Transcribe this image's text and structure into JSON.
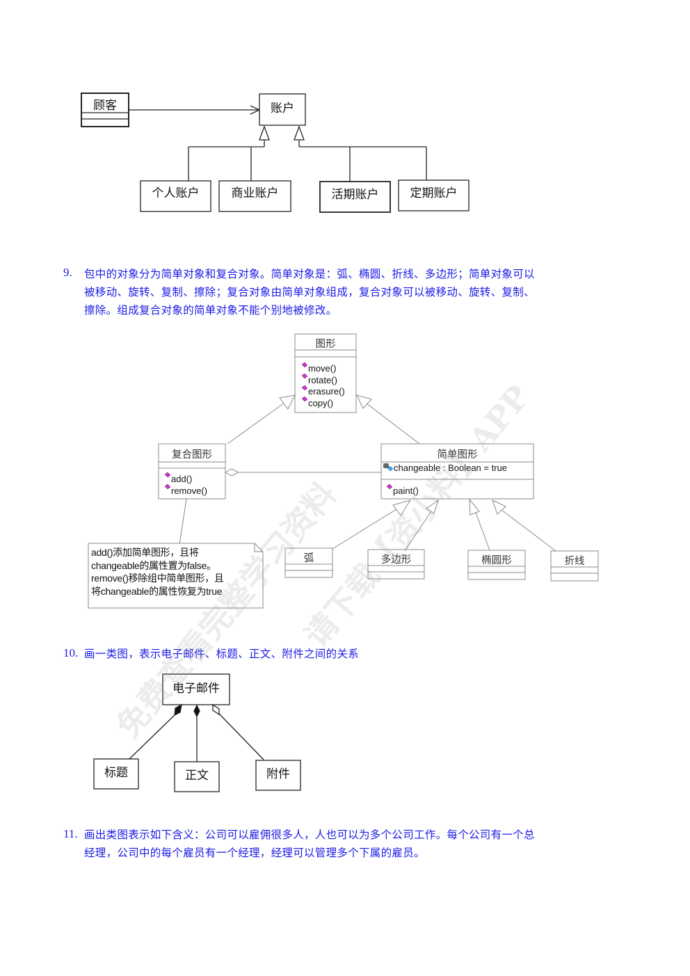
{
  "diagram_accounts": {
    "customer": "顾客",
    "account": "账户",
    "subclasses": [
      "个人账户",
      "商业账户",
      "活期账户",
      "定期账户"
    ]
  },
  "question9": {
    "number": "9.",
    "lines": [
      "包中的对象分为简单对象和复合对象。简单对象是：弧、椭圆、折线、多边形；简单对象可以",
      "被移动、旋转、复制、擦除；复合对象由简单对象组成，复合对象可以被移动、旋转、复制、",
      "擦除。组成复合对象的简单对象不能个别地被修改。"
    ]
  },
  "diagram_shapes": {
    "shape": {
      "name": "图形",
      "operations": [
        "move()",
        "rotate()",
        "erasure()",
        "copy()"
      ]
    },
    "composite": {
      "name": "复合图形",
      "operations": [
        "add()",
        "remove()"
      ]
    },
    "simple": {
      "name": "简单图形",
      "attribute": "changeable : Boolean = true",
      "operations": [
        "paint()"
      ]
    },
    "subclasses": [
      "弧",
      "多边形",
      "椭圆形",
      "折线"
    ],
    "note": {
      "lines": [
        "add()添加简单图形，且将",
        "changeable的属性置为false。",
        "remove()移除组中简单图形，且",
        "将changeable的属性恢复为true"
      ]
    },
    "colors": {
      "operation_icon": "#cc33cc",
      "attribute_icon": "#33aaff",
      "line": "#8a8a8a"
    }
  },
  "question10": {
    "number": "10.",
    "text": "画一类图，表示电子邮件、标题、正文、附件之间的关系"
  },
  "diagram_email": {
    "email": "电子邮件",
    "parts": [
      "标题",
      "正文",
      "附件"
    ]
  },
  "question11": {
    "number": "11.",
    "lines": [
      "画出类图表示如下含义：公司可以雇佣很多人，人也可以为多个公司工作。每个公司有一个总",
      "经理，公司中的每个雇员有一个经理，经理可以管理多个下属的雇员。"
    ]
  },
  "watermark": {
    "line1": "免费查看完整学习资料",
    "line2": "请下载【资小料】APP"
  },
  "colors": {
    "question_text": "#1a1ae6"
  }
}
